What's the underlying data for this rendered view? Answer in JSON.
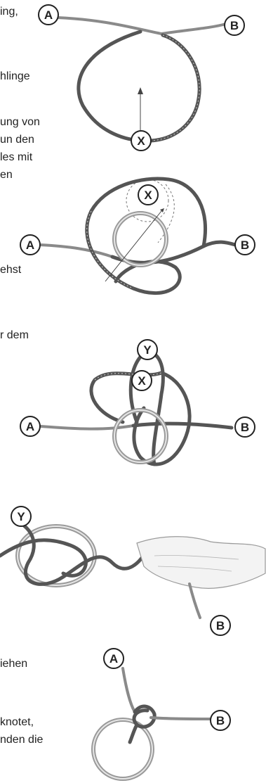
{
  "text_fragments": [
    "ing,",
    "hlinge",
    "ung von",
    "un den",
    "les mit",
    "en",
    "ehst",
    "r dem",
    "iehen",
    "knotet,",
    "nden die"
  ],
  "labels": {
    "a": "A",
    "b": "B",
    "x": "X",
    "y": "Y"
  },
  "colors": {
    "rope": "#555555",
    "ring": "#9a9a9a",
    "text": "#222222"
  }
}
